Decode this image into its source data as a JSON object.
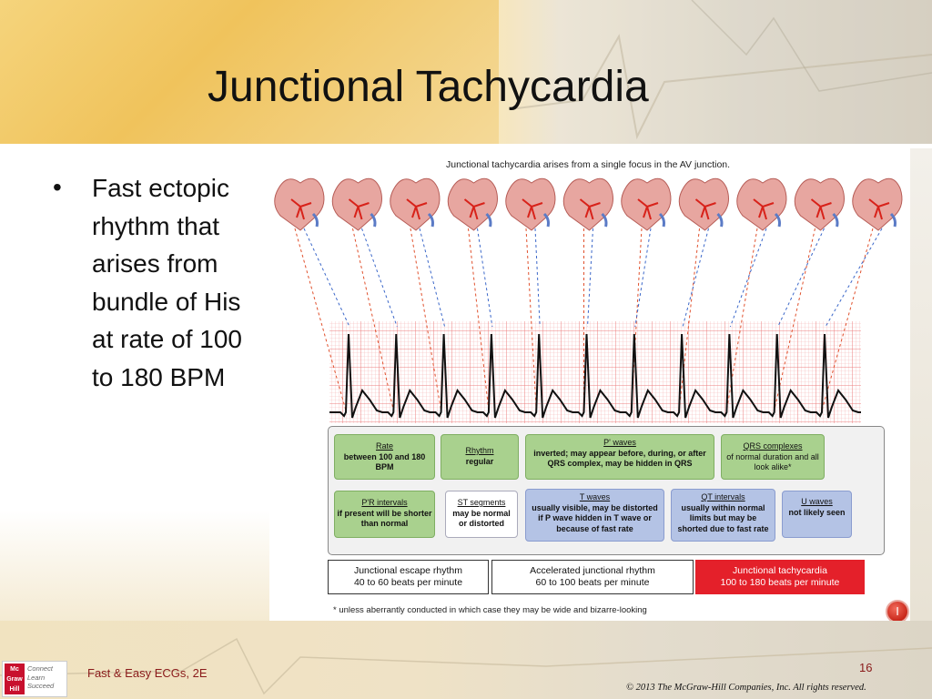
{
  "slide": {
    "title": "Junctional Tachycardia",
    "bullet": "Fast ectopic rhythm that arises from bundle of His at rate of 100 to 180 BPM"
  },
  "figure": {
    "caption": "Junctional tachycardia arises from a single focus in the AV junction.",
    "criteria": {
      "rate": {
        "title": "Rate",
        "body": "between 100 and 180 BPM"
      },
      "rhythm": {
        "title": "Rhythm",
        "body": "regular"
      },
      "p_waves": {
        "title": "P' waves",
        "body": "inverted; may appear before, during, or after QRS complex, may be hidden in QRS"
      },
      "qrs": {
        "title": "QRS complexes",
        "body": "of normal duration and all look alike*"
      },
      "pr": {
        "title": "P'R intervals",
        "body": "if present will be shorter than normal"
      },
      "st": {
        "title": "ST segments",
        "body": "may be normal or distorted"
      },
      "t_waves": {
        "title": "T waves",
        "body": "usually visible, may be distorted if P wave hidden in T wave or because of fast rate"
      },
      "qt": {
        "title": "QT intervals",
        "body": "usually within normal limits but may be shorted due to fast rate"
      },
      "u_waves": {
        "title": "U waves",
        "body": "not likely seen"
      }
    },
    "comparison": [
      {
        "name": "Junctional escape rhythm",
        "range": "40 to 60 beats per minute"
      },
      {
        "name": "Accelerated junctional rhythm",
        "range": "60 to 100 beats per minute"
      },
      {
        "name": "Junctional tachycardia",
        "range": "100 to 180 beats per minute"
      }
    ],
    "footnote": "* unless aberrantly conducted in which case they may be wide and bizarre-looking"
  },
  "footer": {
    "book": "Fast & Easy ECGs, 2E",
    "page": "16",
    "copyright": "© 2013 The McGraw-Hill Companies, Inc. All rights reserved.",
    "logo_brand": "Mc Graw Hill",
    "logo_tag": "Connect Learn Succeed"
  },
  "info_button": "I",
  "colors": {
    "highlight_red": "#e4202a",
    "criteria_green": "#a9d18e",
    "criteria_blue": "#b4c3e5",
    "ecg_grid_red": "#f08a8a"
  }
}
